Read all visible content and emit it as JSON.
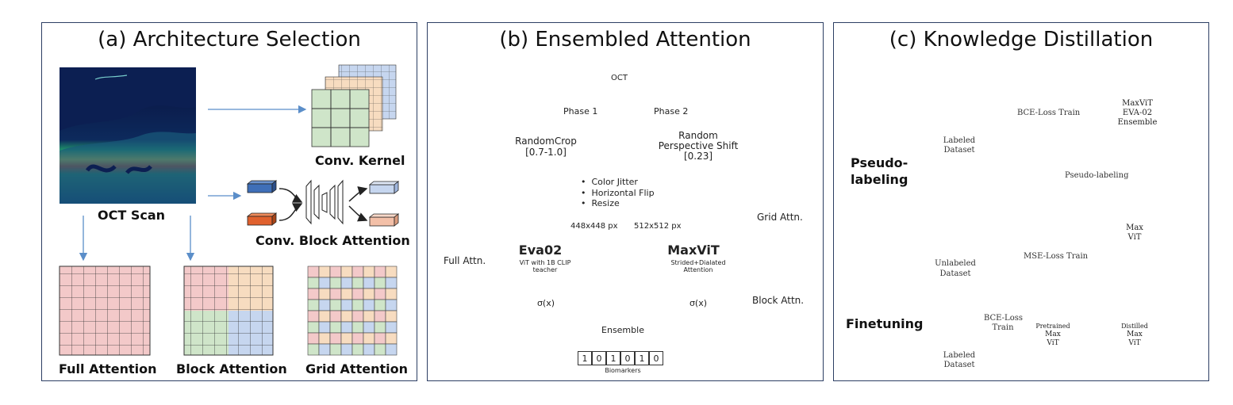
{
  "panel_a": {
    "title": "(a) Architecture Selection",
    "oct_scan": "OCT Scan",
    "conv_kernel": "Conv. Kernel",
    "conv_block_attention": "Conv. Block Attention",
    "full_attention": "Full Attention",
    "block_attention": "Block Attention",
    "grid_attention": "Grid Attention"
  },
  "panel_b": {
    "title": "(b) Ensembled Attention",
    "oct": "OCT",
    "phase1": "Phase 1",
    "phase2": "Phase 2",
    "random_crop": "RandomCrop",
    "random_crop_range": "[0.7-1.0]",
    "random_persp_1": "Random",
    "random_persp_2": "Perspective Shift",
    "random_persp_val": "[0.23]",
    "aug_items": [
      "Color Jitter",
      "Horizontal Flip",
      "Resize"
    ],
    "res_left": "448x448 px",
    "res_right": "512x512 px",
    "eva_name": "Eva02",
    "eva_desc1": "ViT with 1B CLIP",
    "eva_desc2": "teacher",
    "maxvit_name": "MaxViT",
    "maxvit_desc1": "Strided+Dialated",
    "maxvit_desc2": "Attention",
    "sigmoid": "σ(x)",
    "ensemble": "Ensemble",
    "bits": [
      "1",
      "0",
      "1",
      "0",
      "1",
      "0"
    ],
    "biomarkers": "Biomarkers",
    "full_attn": "Full Attn.",
    "grid_attn": "Grid Attn.",
    "block_attn": "Block Attn."
  },
  "panel_c": {
    "title": "(c) Knowledge Distillation",
    "pseudo_1": "Pseudo-",
    "pseudo_2": "labeling",
    "finetuning": "Finetuning",
    "labeled_1": "Labeled",
    "labeled_2": "Dataset",
    "unlabeled_1": "Unlabeled",
    "unlabeled_2": "Dataset",
    "bce_train": "BCE-Loss Train",
    "ens_1": "MaxViT",
    "ens_2": "EVA-02",
    "ens_3": "Ensemble",
    "pseudo_arrow": "Pseudo-labeling",
    "mse_train": "MSE-Loss Train",
    "max_1": "Max",
    "max_2": "ViT",
    "bce_1": "BCE-Loss",
    "bce_2": "Train",
    "pre_1": "Pretrained",
    "pre_2": "Max",
    "pre_3": "ViT",
    "dist_1": "Distilled",
    "dist_2": "Max",
    "dist_3": "ViT"
  },
  "colors": {
    "border": "#2c3e63",
    "pink": "#f3c9c9",
    "peach": "#f7dcc0",
    "green": "#cfe5c9",
    "blue": "#c6d6ef",
    "purple": "#ddc6f0",
    "arrow_blue": "#5b8ec9"
  }
}
